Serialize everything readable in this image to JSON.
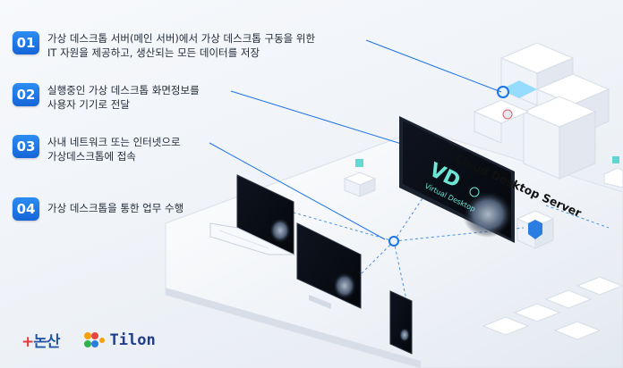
{
  "steps": [
    {
      "num": "01",
      "lines": [
        "가상 데스크톱 서버(메인 서버)에서 가상 데스크톱 구동을 위한",
        "IT 자원을 제공하고, 생산되는 모든 데이터를 저장"
      ]
    },
    {
      "num": "02",
      "lines": [
        "실행중인 가상 데스크톱 화면정보를",
        "사용자 기기로 전달"
      ]
    },
    {
      "num": "03",
      "lines": [
        "사내 네트워크 또는 인터넷으로",
        "가상데스크톱에 접속"
      ]
    },
    {
      "num": "04",
      "lines": [
        "가상 데스크톱을 통한 업무 수행"
      ]
    }
  ],
  "server_label": "Cloud Desktop Server",
  "monitor": {
    "big": "VD",
    "sub": "Virtual Desktop"
  },
  "logos": {
    "city": "논산",
    "vendor": "Tilon"
  },
  "colors": {
    "accent": "#1a73e8",
    "cube": "#ffffff",
    "screen": "#0b0f16",
    "line": "#4a90d9"
  }
}
